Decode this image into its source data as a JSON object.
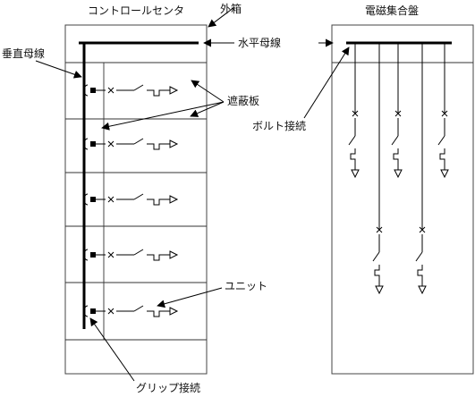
{
  "labels": {
    "control_center": "コントロールセンタ",
    "enclosure": "外箱",
    "switchboard": "電磁集合盤",
    "vertical_bus": "垂直母線",
    "horizontal_bus": "水平母線",
    "shield_plate": "遮蔽板",
    "bolt_connection": "ボルト接続",
    "unit": "ユニット",
    "grip_connection": "グリップ接続"
  }
}
